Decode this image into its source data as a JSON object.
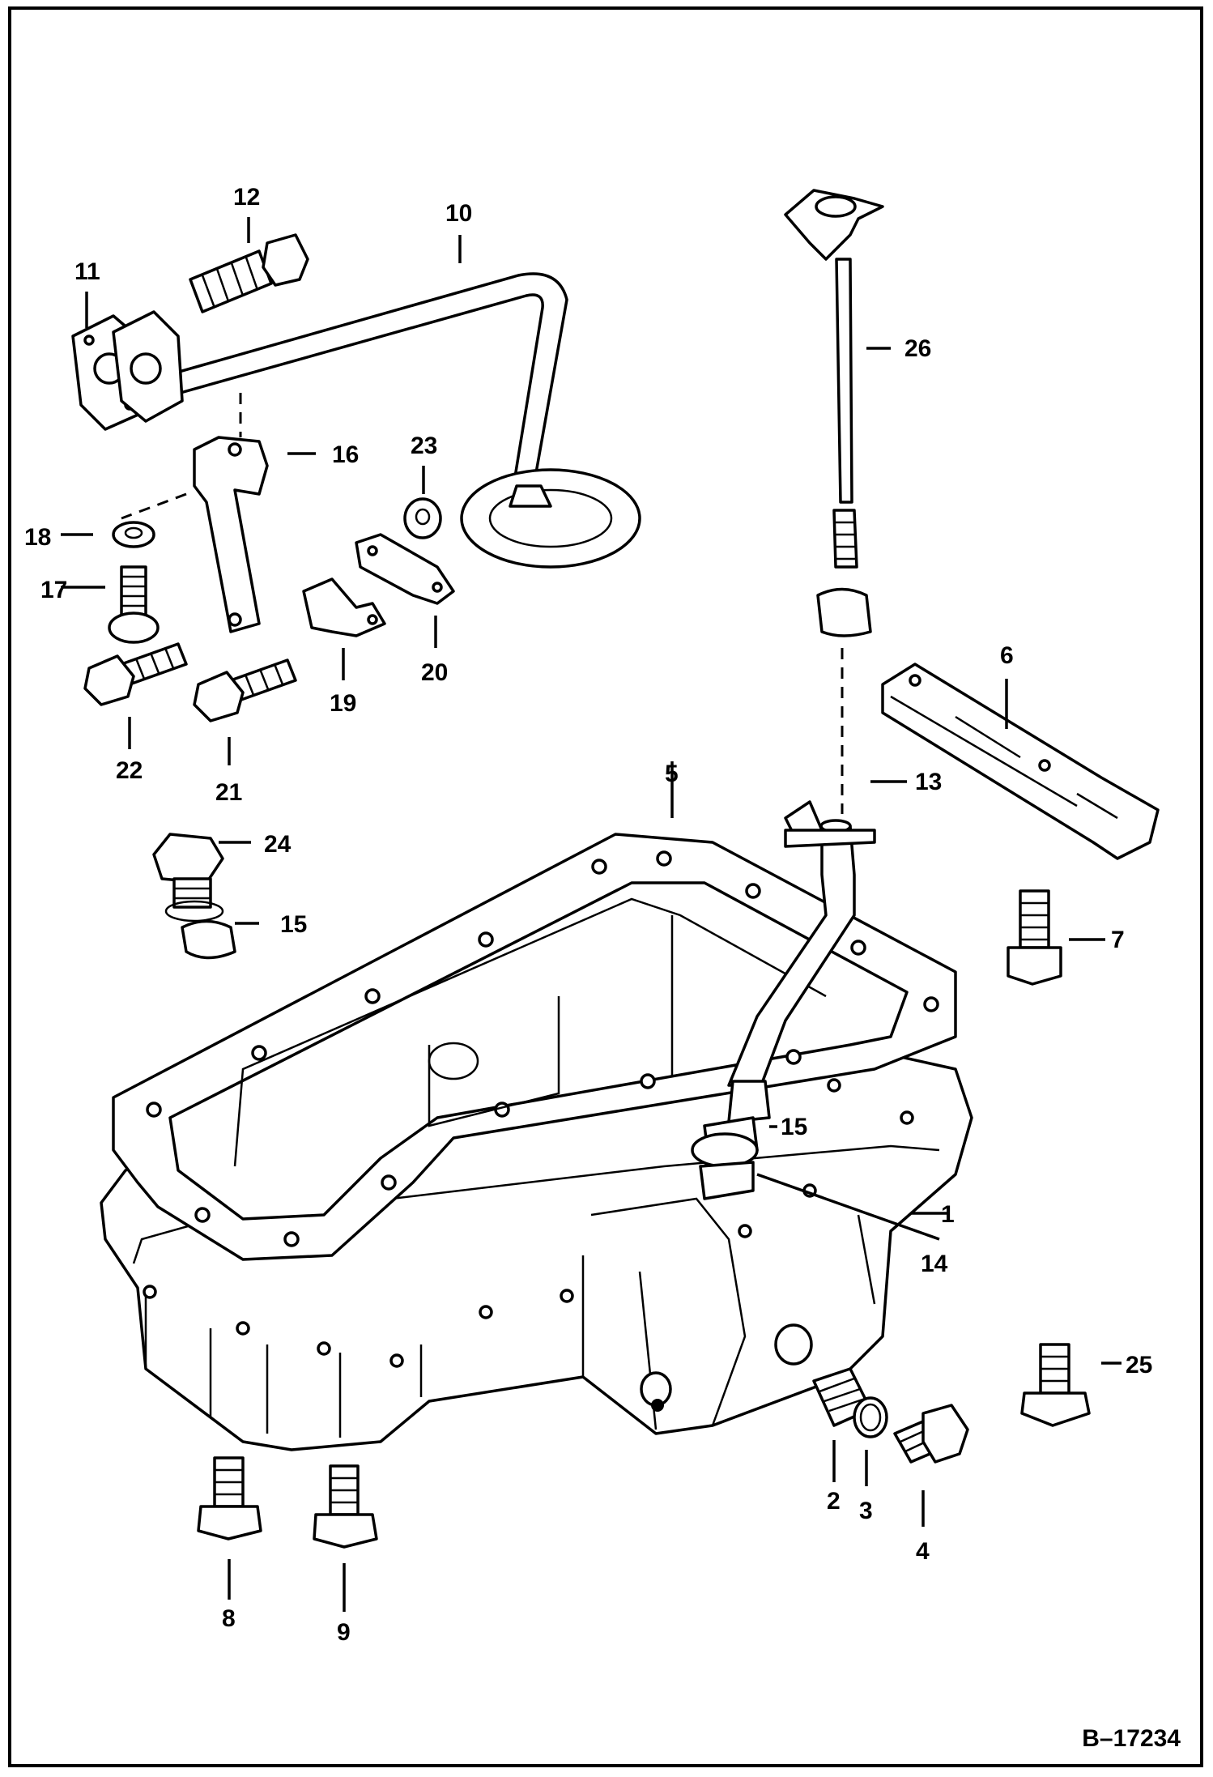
{
  "callouts": [
    "1",
    "2",
    "3",
    "4",
    "5",
    "6",
    "7",
    "8",
    "9",
    "10",
    "11",
    "12",
    "13",
    "14",
    "15",
    "15",
    "16",
    "17",
    "18",
    "19",
    "20",
    "21",
    "22",
    "23",
    "24",
    "25",
    "26"
  ],
  "figure_id": "B–17234"
}
